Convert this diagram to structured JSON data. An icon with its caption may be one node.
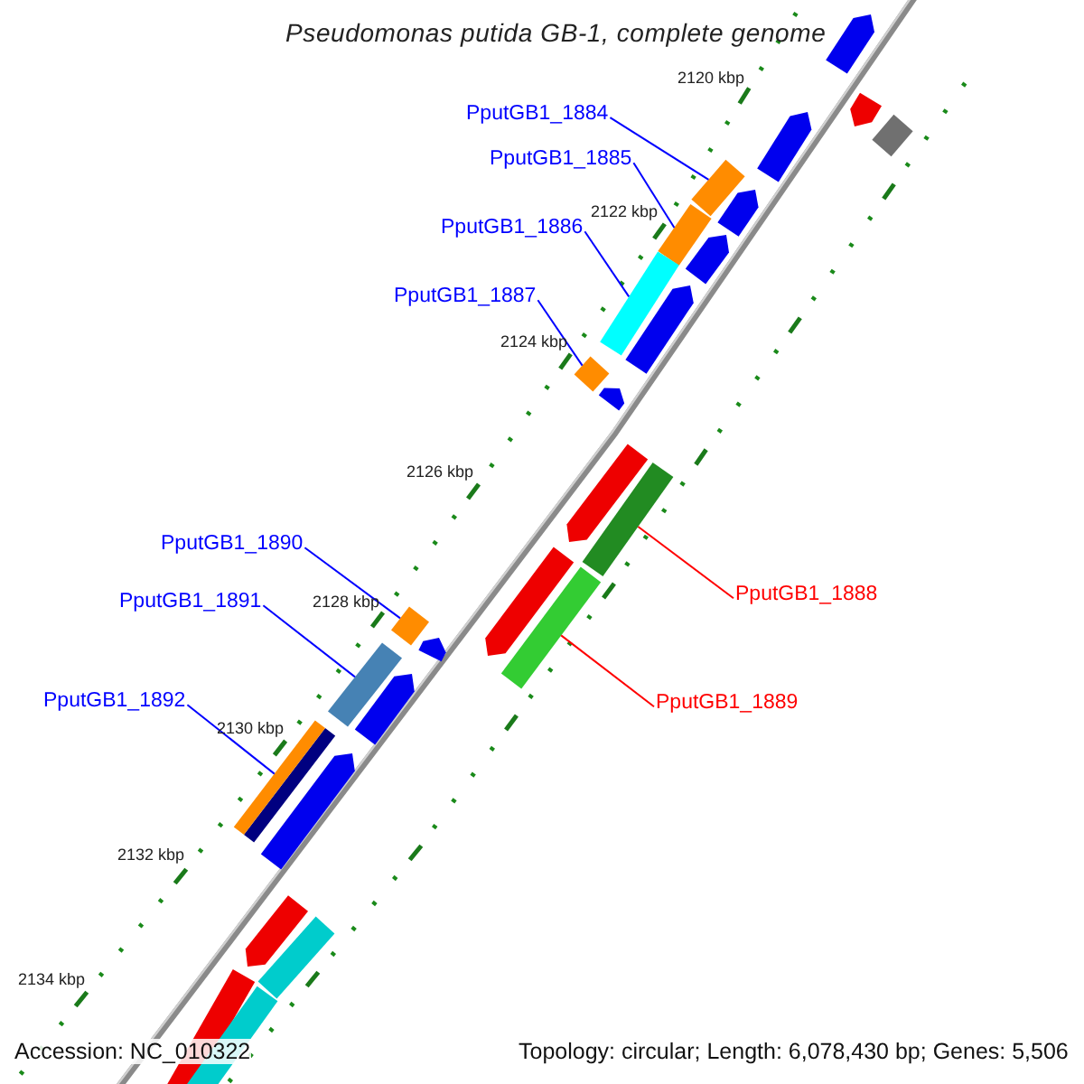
{
  "diagram": {
    "title": "Pseudomonas putida GB-1, complete genome",
    "nodes": [
      {
        "text": [
          "PputGB1_1884"
        ]
      },
      {
        "text": [],
        "shape": "bar"
      },
      {
        "text": [
          "PputGB1_1885"
        ]
      },
      {
        "text": [],
        "shape": "bar"
      },
      {
        "text": [
          "PputGB1_1886"
        ]
      },
      {
        "text": [],
        "shape": "bar"
      },
      {
        "text": [
          "PputGB1_1887"
        ]
      },
      {
        "text": [],
        "shape": "bar"
      },
      {
        "text": [
          "PputGB1_1888"
        ]
      },
      {
        "text": [],
        "shape": "bar"
      },
      {
        "text": [
          "PputGB1_1889"
        ]
      },
      {
        "text": [],
        "shape": "bar"
      },
      {
        "text": [
          "PputGB1_1890"
        ]
      },
      {
        "text": [],
        "shape": "bar"
      },
      {
        "text": [
          "PputGB1_1891"
        ]
      },
      {
        "text": [],
        "shape": "bar"
      },
      {
        "text": [
          "PputGB1_1892"
        ]
      },
      {
        "text": [],
        "shape": "bar"
      }
    ],
    "edges": [
      {
        "from": 0,
        "to": 1,
        "arrow": "none"
      },
      {
        "from": 2,
        "to": 3,
        "arrow": "none"
      },
      {
        "from": 4,
        "to": 5,
        "arrow": "none"
      },
      {
        "from": 6,
        "to": 7,
        "arrow": "none"
      },
      {
        "from": 8,
        "to": 9,
        "arrow": "none",
        "color": "#ff0000"
      },
      {
        "from": 10,
        "to": 11,
        "arrow": "none",
        "color": "#ff0000"
      },
      {
        "from": 12,
        "to": 13,
        "arrow": "none"
      },
      {
        "from": 14,
        "to": 15,
        "arrow": "none"
      },
      {
        "from": 16,
        "to": 17,
        "arrow": "none"
      }
    ],
    "labels": [
      "2120 kbp",
      "2122 kbp",
      "2124 kbp",
      "2126 kbp",
      "2128 kbp",
      "2130 kbp",
      "2132 kbp",
      "2134 kbp",
      "Accession: NC_010322",
      "Topology: circular; Length: 6,078,430 bp; Genes: 5,506"
    ]
  }
}
